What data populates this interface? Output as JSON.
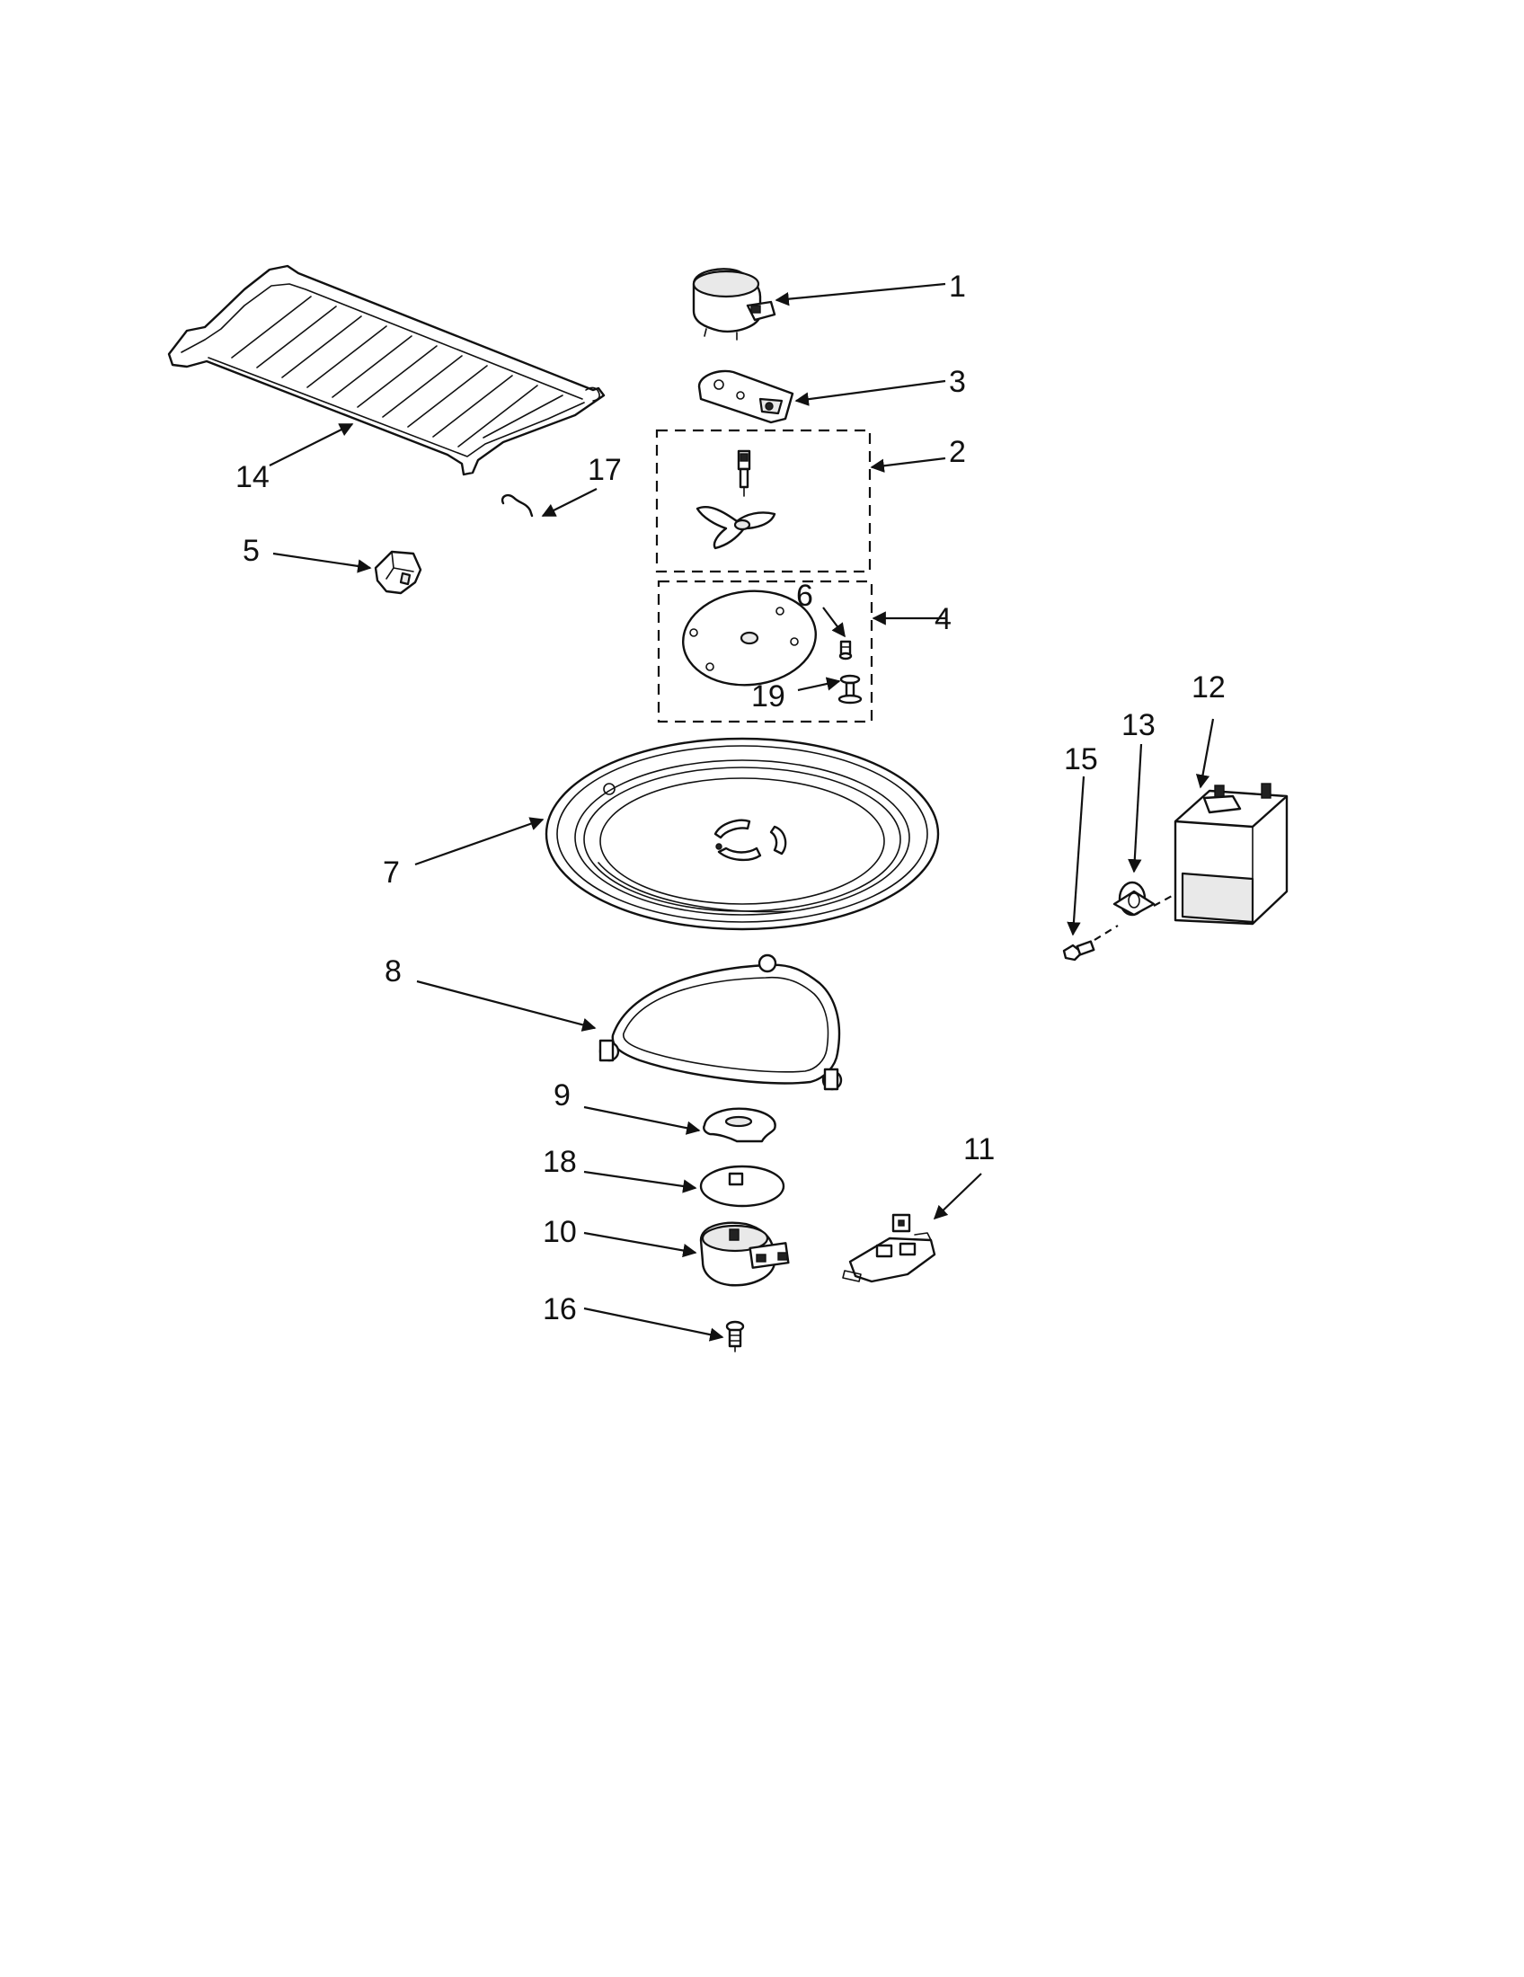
{
  "diagram": {
    "callouts": [
      {
        "id": "1",
        "label": "1"
      },
      {
        "id": "3",
        "label": "3"
      },
      {
        "id": "2",
        "label": "2"
      },
      {
        "id": "14",
        "label": "14"
      },
      {
        "id": "17",
        "label": "17"
      },
      {
        "id": "5",
        "label": "5"
      },
      {
        "id": "6",
        "label": "6"
      },
      {
        "id": "4",
        "label": "4"
      },
      {
        "id": "19",
        "label": "19"
      },
      {
        "id": "12",
        "label": "12"
      },
      {
        "id": "13",
        "label": "13"
      },
      {
        "id": "15",
        "label": "15"
      },
      {
        "id": "7",
        "label": "7"
      },
      {
        "id": "8",
        "label": "8"
      },
      {
        "id": "9",
        "label": "9"
      },
      {
        "id": "11",
        "label": "11"
      },
      {
        "id": "18",
        "label": "18"
      },
      {
        "id": "10",
        "label": "10"
      },
      {
        "id": "16",
        "label": "16"
      }
    ]
  }
}
